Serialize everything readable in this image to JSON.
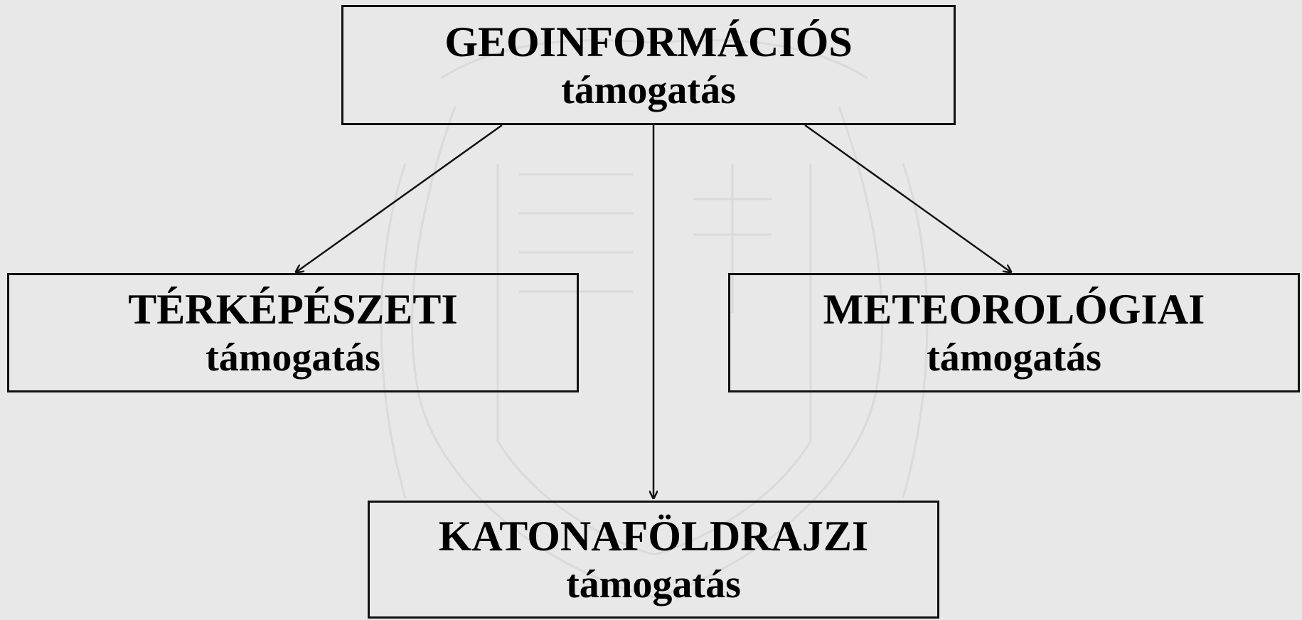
{
  "diagram": {
    "nodes": [
      {
        "id": "root",
        "title": "GEOINFORMÁCIÓS",
        "subtitle": "támogatás"
      },
      {
        "id": "left",
        "title": "TÉRKÉPÉSZETI",
        "subtitle": "támogatás"
      },
      {
        "id": "right",
        "title": "METEOROLÓGIAI",
        "subtitle": "támogatás"
      },
      {
        "id": "bottom",
        "title": "KATONAFÖLDRAJZI",
        "subtitle": "támogatás"
      }
    ],
    "edges": [
      {
        "from": "root",
        "to": "left"
      },
      {
        "from": "root",
        "to": "bottom"
      },
      {
        "from": "root",
        "to": "right"
      }
    ]
  },
  "colors": {
    "background": "#e8e8e8",
    "border": "#111111",
    "text": "#000000",
    "watermark": "#d9d9d9"
  }
}
